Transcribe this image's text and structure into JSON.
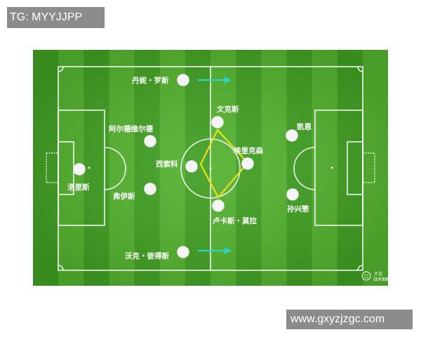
{
  "watermarks": {
    "top": "TG: MYYJJPP",
    "bottom": "www.gxyzjzgc.com"
  },
  "pitch": {
    "grass_dark": "#3f9e21",
    "grass_light": "#52b12d",
    "line_color": "#ffffff"
  },
  "players": [
    {
      "label": "丹妮・罗斯"
    },
    {
      "label": "文克斯"
    },
    {
      "label": "阿尔德维尔德"
    },
    {
      "label": "埃里克森"
    },
    {
      "label": "西索科"
    },
    {
      "label": "洛里斯"
    },
    {
      "label": "弗伊斯"
    },
    {
      "label": "卢卡斯・莫拉"
    },
    {
      "label": "凯恩"
    },
    {
      "label": "孙兴慜"
    },
    {
      "label": "沃克・彼得斯"
    }
  ],
  "colors": {
    "arrow": "#2ad6c2",
    "diamond": "#e6e01c"
  },
  "logo": {
    "icon": "mascot-icon",
    "title": "大话",
    "subtitle": "战术图解"
  }
}
